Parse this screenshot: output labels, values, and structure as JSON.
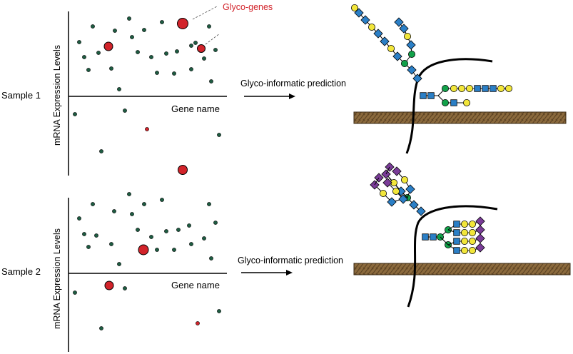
{
  "labels": {
    "glyco_genes": "Glyco-genes",
    "sample1": "Sample 1",
    "sample2": "Sample 2",
    "y_axis": "mRNA Expression Levels",
    "x_axis": "Gene name",
    "prediction": "Glyco-informatic prediction"
  },
  "colors": {
    "dot": "#1e5c42",
    "glyco_dot": "#d2232a",
    "mannose": "#f2e63a",
    "glcnac": "#2b7fc6",
    "galactose": "#f2e63a",
    "sialic_acid": "#7a3c98",
    "fucose_core": "#12a14a",
    "membrane": "#8b6a3d"
  },
  "icons": [
    "glycan-icon",
    "membrane-icon",
    "protein-backbone-icon",
    "arrow-right-icon"
  ]
}
